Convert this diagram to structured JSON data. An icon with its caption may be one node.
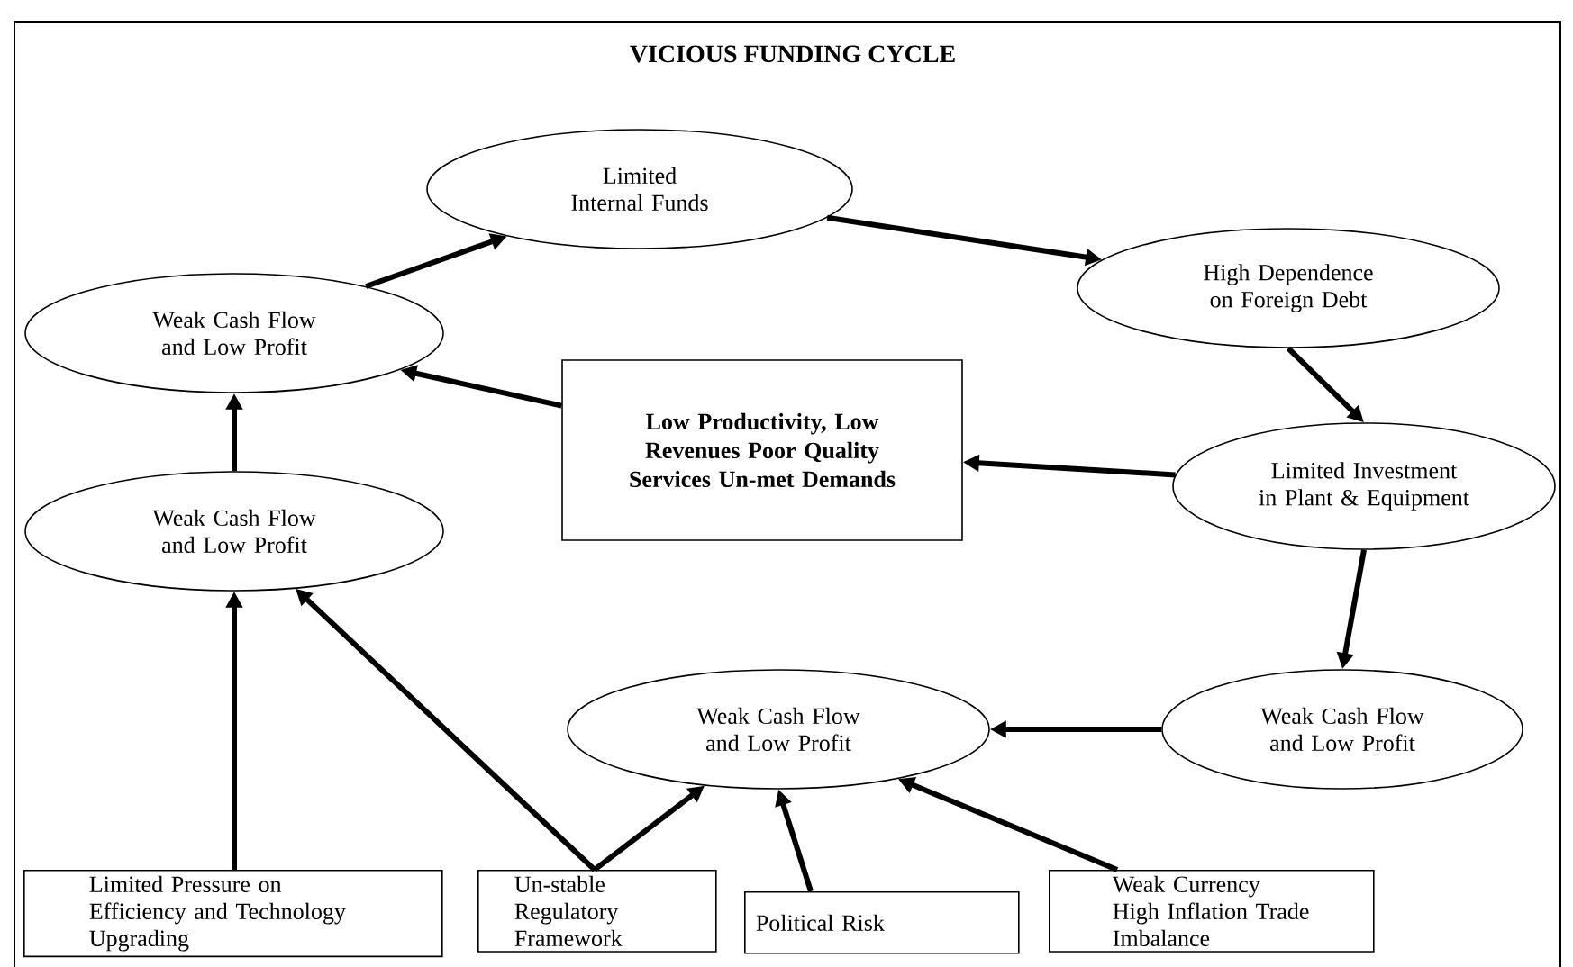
{
  "diagram": {
    "title": "VICIOUS FUNDING CYCLE",
    "nodes": [
      {
        "text": [
          "Limited Internal Funds"
        ]
      },
      {
        "text": [
          "Weak Cash Flow and Low Profit"
        ]
      },
      {
        "text": [
          "High Dependence on Foreign Debt"
        ]
      },
      {
        "text": [
          "Low Productivity, Low Revenues Poor Quality Services Un-met Demands"
        ]
      },
      {
        "text": [
          "Limited Investment in Plant & Equipment"
        ]
      },
      {
        "text": [
          "Weak Cash Flow and Low Profit"
        ]
      },
      {
        "text": [
          "Weak Cash Flow and Low Profit"
        ]
      },
      {
        "text": [
          "Weak Cash Flow and Low Profit"
        ]
      },
      {
        "text": [
          "Limited Pressure on Efficiency and Technology Upgrading"
        ]
      },
      {
        "text": [
          "Un-stable Regulatory Framework"
        ]
      },
      {
        "text": [
          "Political Risk"
        ]
      },
      {
        "text": [
          "Weak Currency High Inflation Trade Imbalance"
        ]
      }
    ],
    "edges": [
      {
        "from": 1,
        "to": 0,
        "arrow": "to"
      },
      {
        "from": 0,
        "to": 2,
        "arrow": "to"
      },
      {
        "from": 2,
        "to": 4,
        "arrow": "to"
      },
      {
        "from": 4,
        "to": 3,
        "arrow": "to"
      },
      {
        "from": 3,
        "to": 1,
        "arrow": "to"
      },
      {
        "from": 4,
        "to": 7,
        "arrow": "to"
      },
      {
        "from": 7,
        "to": 6,
        "arrow": "to"
      },
      {
        "from": 5,
        "to": 1,
        "arrow": "to"
      },
      {
        "from": 8,
        "to": 5,
        "arrow": "to"
      },
      {
        "from": 9,
        "to": 5,
        "arrow": "to"
      },
      {
        "from": 9,
        "to": 6,
        "arrow": "to"
      },
      {
        "from": 10,
        "to": 6,
        "arrow": "to"
      },
      {
        "from": 11,
        "to": 6,
        "arrow": "to"
      }
    ]
  }
}
